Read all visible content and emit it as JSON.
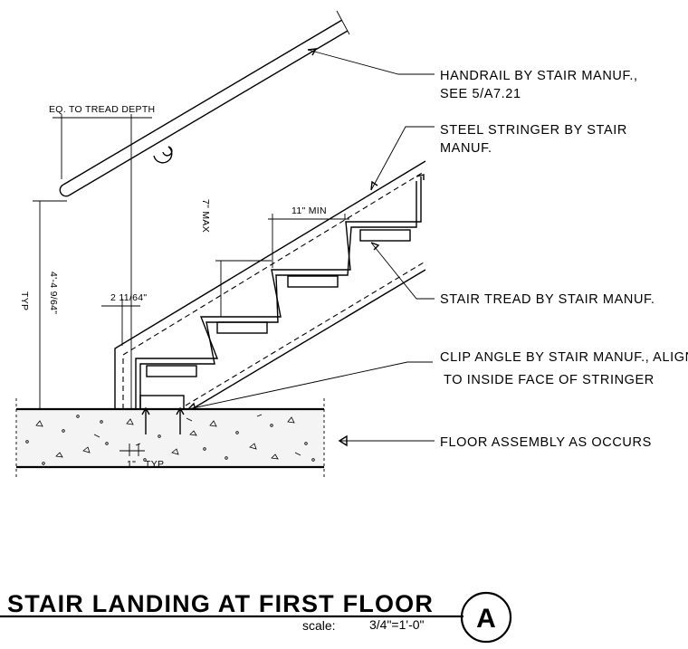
{
  "notes": {
    "handrail_line1": "HANDRAIL BY STAIR MANUF.,",
    "handrail_line2": "SEE 5/A7.21",
    "stringer_line1": "STEEL STRINGER BY STAIR",
    "stringer_line2": "MANUF.",
    "tread": "STAIR TREAD BY STAIR MANUF.",
    "clip_line1": "CLIP ANGLE BY STAIR MANUF., ALIGN",
    "clip_line2": "TO INSIDE FACE OF STRINGER",
    "floor": "FLOOR ASSEMBLY AS OCCURS"
  },
  "dimensions": {
    "eq_tread": "EQ. TO TREAD DEPTH",
    "riser_max": "7\" MAX",
    "tread_min": "11\" MIN",
    "offset": "2 11/64\"",
    "rail_height": "4'-4 9/64\"",
    "rail_height_typ": "TYP",
    "bottom_gap": "1\"",
    "bottom_gap_typ": "TYP"
  },
  "title": {
    "text": "STAIR LANDING AT FIRST FLOOR",
    "scale_label": "scale:",
    "scale_value": "3/4\"=1'-0\"",
    "detail_mark": "A"
  }
}
